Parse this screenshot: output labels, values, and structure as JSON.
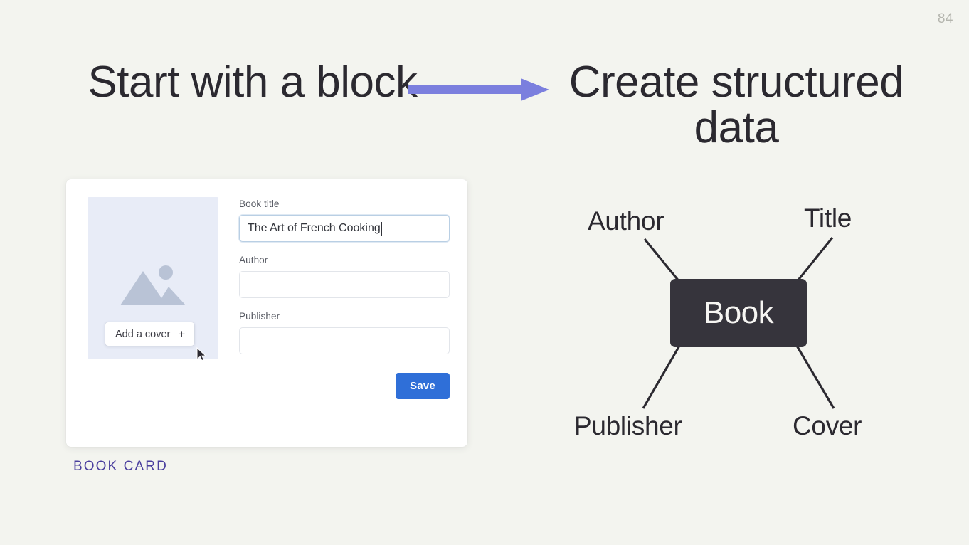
{
  "slide": {
    "page_number": "84",
    "background_color": "#f3f4ef"
  },
  "headings": {
    "left": "Start with a block",
    "right": "Create structured data"
  },
  "arrow": {
    "icon": "arrow-right-icon",
    "color": "#7b7fde"
  },
  "book_card": {
    "caption": "BOOK CARD",
    "caption_color": "#4a3f9e",
    "cover": {
      "placeholder_icon": "image-placeholder-icon",
      "placeholder_color": "#e8ecf7",
      "add_cover_label": "Add a cover",
      "add_cover_plus": "+",
      "cursor_icon": "mouse-pointer-icon"
    },
    "fields": [
      {
        "label": "Book title",
        "value": "The Art of French Cooking",
        "placeholder": "",
        "focused": true
      },
      {
        "label": "Author",
        "value": "",
        "placeholder": "",
        "focused": false
      },
      {
        "label": "Publisher",
        "value": "",
        "placeholder": "",
        "focused": false
      }
    ],
    "save_label": "Save",
    "save_color": "#2f6fd8"
  },
  "diagram": {
    "node": {
      "label": "Book",
      "color": "#36343c",
      "text_color": "#f6f5f2"
    },
    "leaves": [
      {
        "label": "Author",
        "position": "top-left"
      },
      {
        "label": "Title",
        "position": "top-right"
      },
      {
        "label": "Publisher",
        "position": "bottom-left"
      },
      {
        "label": "Cover",
        "position": "bottom-right"
      }
    ],
    "line_color": "#2b2930"
  }
}
